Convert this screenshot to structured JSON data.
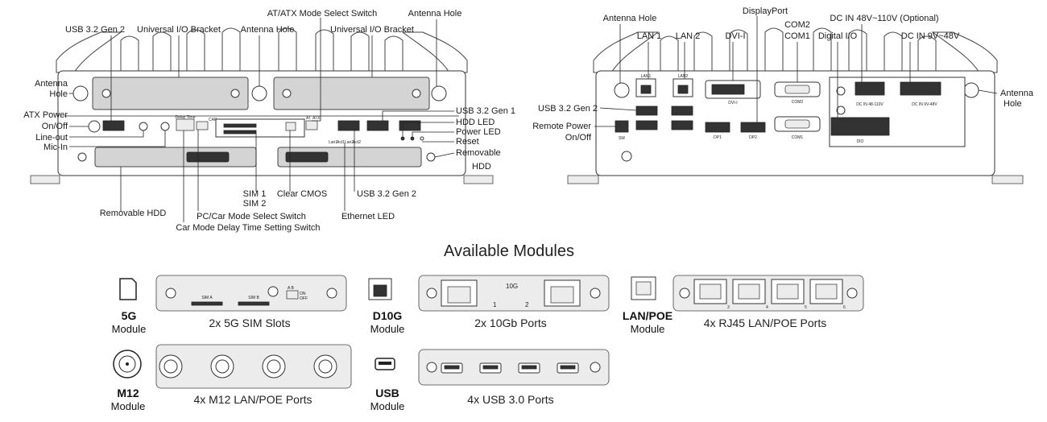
{
  "front_labels": {
    "usb32gen2_top": "USB 3.2 Gen 2",
    "universal_io_left": "Universal I/O Bracket",
    "antenna_hole_center": "Antenna Hole",
    "at_atx_mode": "AT/ATX Mode Select Switch",
    "universal_io_right": "Universal I/O Bracket",
    "antenna_hole_right": "Antenna Hole",
    "antenna_left_1": "Antenna",
    "antenna_left_2": "Hole",
    "atx_power_1": "ATX Power",
    "atx_power_2": "On/Off",
    "line_out": "Line-out",
    "mic_in": "Mic-In",
    "usb32gen1": "USB 3.2 Gen 1",
    "hdd_led": "HDD LED",
    "power_led": "Power LED",
    "reset": "Reset",
    "removable_1": "Removable",
    "removable_2": "HDD",
    "removable_hdd_bottom": "Removable HDD",
    "sim_1": "SIM 1",
    "sim_2": "SIM 2",
    "clear_cmos": "Clear CMOS",
    "usb32gen2_bottom": "USB 3.2 Gen 2",
    "pc_car_mode": "PC/Car Mode Select Switch",
    "car_mode_delay": "Car Mode Delay Time Setting Switch",
    "ethernet_led": "Ethernet LED"
  },
  "front_tiny": {
    "delay_time": "Delay Time",
    "car": "CAR",
    "at": "AT",
    "atx": "ATX",
    "lan1": "Lan1",
    "act1": "Act1",
    "lan2": "Lan2",
    "act2": "Act2"
  },
  "rear_labels": {
    "antenna_hole_top": "Antenna Hole",
    "lan1": "LAN 1",
    "lan2": "LAN 2",
    "dvi_i": "DVI-I",
    "displayport": "DisplayPort",
    "com2": "COM2",
    "com1": "COM1",
    "digital_io": "Digital I/O",
    "dc_in_48v": "DC IN 48V~110V (Optional)",
    "dc_in_9v": "DC IN 9V~48V",
    "usb32gen2": "USB 3.2 Gen 2",
    "remote_power_1": "Remote Power",
    "remote_power_2": "On/Off",
    "antenna_right_1": "Antenna",
    "antenna_right_2": "Hole"
  },
  "rear_tiny": {
    "lan": "LAN1",
    "lan_b": "LAN2",
    "dvi": "DVI-I",
    "com2": "COM2",
    "com1": "COM1",
    "dp1": "DP1",
    "dp2": "DP2",
    "dio": "DIO",
    "sw": "SW",
    "dc48": "DC IN 48-110V",
    "dc9": "DC IN 9V-48V"
  },
  "modules_title": "Available Modules",
  "modules": [
    {
      "name_bold": "5G",
      "name_word": "Module",
      "caption": "2x 5G SIM Slots",
      "icon": "sim-card-icon"
    },
    {
      "name_bold": "D10G",
      "name_word": "Module",
      "caption": "2x 10Gb Ports",
      "icon": "rj45-port-icon"
    },
    {
      "name_bold": "LAN/POE",
      "name_word": "Module",
      "caption": "4x RJ45 LAN/POE Ports",
      "icon": "rj45-port-icon"
    },
    {
      "name_bold": "M12",
      "name_word": "Module",
      "caption": "4x M12 LAN/POE Ports",
      "icon": "m12-connector-icon"
    },
    {
      "name_bold": "USB",
      "name_word": "Module",
      "caption": "4x USB 3.0 Ports",
      "icon": "usb-port-icon"
    }
  ],
  "module_tiny": {
    "sim_a": "SIM A",
    "sim_b": "SIM B",
    "ab": "A  B",
    "on": "ON",
    "off": "OFF",
    "tenG": "10G",
    "p1": "1",
    "p2": "2",
    "p3": "3",
    "p4": "4",
    "p5": "5",
    "p6": "6"
  }
}
